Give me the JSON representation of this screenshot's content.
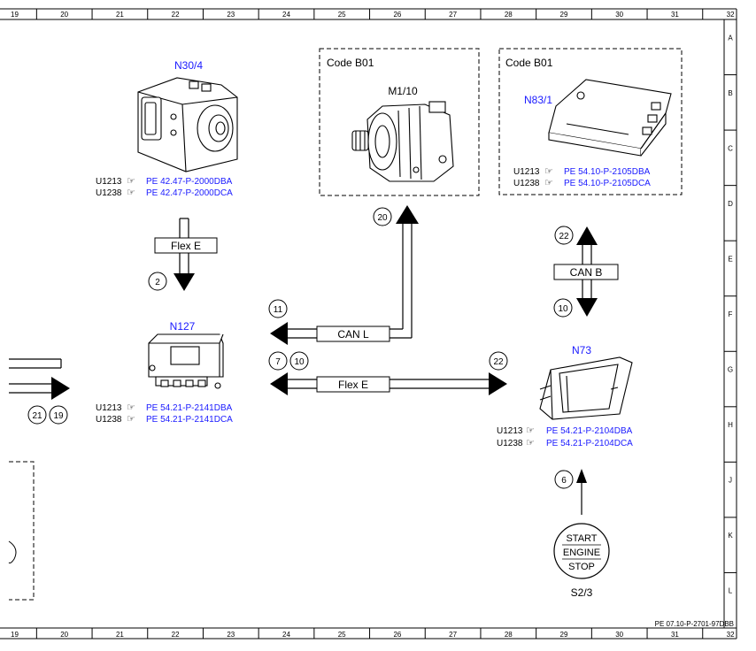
{
  "ruler": {
    "columns": [
      "19",
      "20",
      "21",
      "22",
      "23",
      "24",
      "25",
      "26",
      "27",
      "28",
      "29",
      "30",
      "31",
      "32"
    ],
    "rows": [
      "A",
      "B",
      "C",
      "D",
      "E",
      "F",
      "G",
      "H",
      "J",
      "K",
      "L"
    ]
  },
  "components": {
    "n30_4": {
      "id": "N30/4",
      "refs": [
        {
          "variant": "U1213",
          "doc": "PE 42.47-P-2000DBA"
        },
        {
          "variant": "U1238",
          "doc": "PE 42.47-P-2000DCA"
        }
      ]
    },
    "m1_10": {
      "code_box": "Code B01",
      "id": "M1/10"
    },
    "n83_1": {
      "code_box": "Code B01",
      "id": "N83/1",
      "refs": [
        {
          "variant": "U1213",
          "doc": "PE 54.10-P-2105DBA"
        },
        {
          "variant": "U1238",
          "doc": "PE 54.10-P-2105DCA"
        }
      ]
    },
    "n127": {
      "id": "N127",
      "refs": [
        {
          "variant": "U1213",
          "doc": "PE 54.21-P-2141DBA"
        },
        {
          "variant": "U1238",
          "doc": "PE 54.21-P-2141DCA"
        }
      ]
    },
    "n73": {
      "id": "N73",
      "refs": [
        {
          "variant": "U1213",
          "doc": "PE 54.21-P-2104DBA"
        },
        {
          "variant": "U1238",
          "doc": "PE 54.21-P-2104DCA"
        }
      ]
    },
    "s2_3": {
      "id": "S2/3",
      "lines": [
        "START",
        "ENGINE",
        "STOP"
      ]
    }
  },
  "connections": {
    "flex_e_vertical": {
      "label": "Flex E",
      "marker": "2"
    },
    "m1_10_link": {
      "marker": "20"
    },
    "can_b": {
      "label": "CAN B",
      "markers": [
        "22",
        "10"
      ]
    },
    "can_l": {
      "label": "CAN L",
      "marker": "11"
    },
    "flex_e_horizontal": {
      "label": "Flex E",
      "markers_left": [
        "7",
        "10"
      ],
      "marker_right": "22"
    },
    "left_offpage": {
      "markers": [
        "21",
        "19"
      ]
    },
    "s2_3_link": {
      "marker": "6"
    }
  },
  "footer": {
    "doc_ref": "PE 07.10-P-2701-97DBB"
  }
}
